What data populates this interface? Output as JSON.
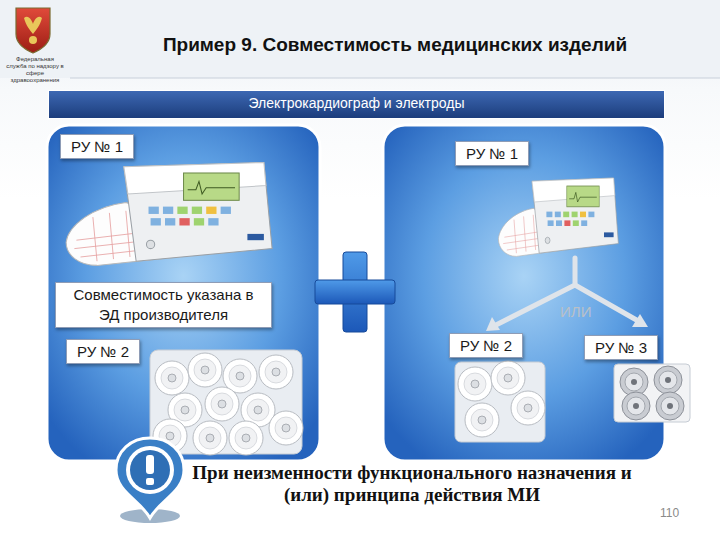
{
  "diagram": {
    "title": "Пример 9. Совместимость медицинских изделий",
    "caption": "При неизменности функционального назначения и (или) принципа действия МИ",
    "nodes": [
      {
        "text": [
          "Электрокардиограф и электроды"
        ]
      },
      {
        "text": [
          "РУ № 1"
        ]
      },
      {
        "text": [
          "Совместимость указана в ЭД производителя"
        ]
      },
      {
        "text": [
          "РУ № 2"
        ]
      },
      {
        "text": [
          "РУ № 1"
        ]
      },
      {
        "text": [
          "РУ № 2"
        ]
      },
      {
        "text": [
          "РУ № 3"
        ]
      }
    ],
    "labels": [
      "Федеральная служба по надзору в сфере здравоохранения",
      "ИЛИ",
      "110"
    ]
  }
}
